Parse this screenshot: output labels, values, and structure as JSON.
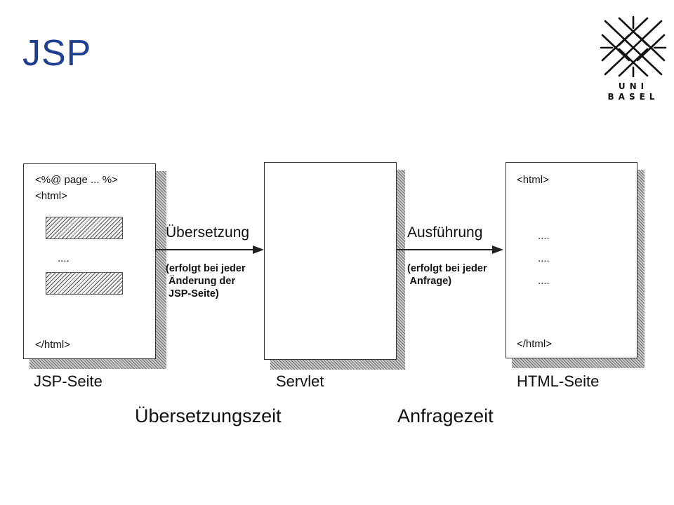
{
  "slide": {
    "title": "JSP"
  },
  "logo": {
    "line1": "UNI",
    "line2": "BASEL"
  },
  "jsp_page": {
    "line1": "<%@ page ... %>",
    "line2": "<html>",
    "dots": "....",
    "end": "</html>",
    "caption": "JSP-Seite"
  },
  "servlet": {
    "caption": "Servlet"
  },
  "html_page": {
    "line1": "<html>",
    "dots": [
      "....",
      "....",
      "...."
    ],
    "end": "</html>",
    "caption": "HTML-Seite"
  },
  "translation": {
    "label": "Übersetzung",
    "note": "(erfolgt bei jeder\n Änderung der\n JSP-Seite)"
  },
  "execution": {
    "label": "Ausführung",
    "note": "(erfolgt bei jeder\n Anfrage)"
  },
  "phases": {
    "translation_time": "Übersetzungszeit",
    "request_time": "Anfragezeit"
  }
}
